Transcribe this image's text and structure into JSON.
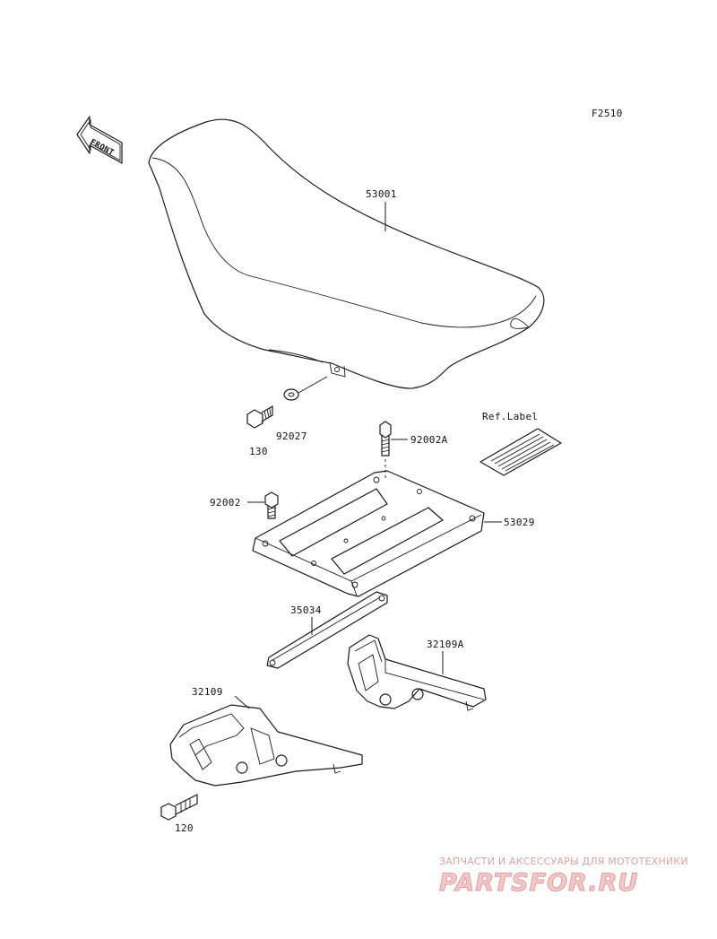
{
  "figure_code": "F2510",
  "front_arrow_label": "FRONT",
  "ref_label": "Ref.Label",
  "parts": {
    "seat": "53001",
    "bolt_130": "130",
    "washer": "92027",
    "bolt_92002a": "92002A",
    "bolt_92002": "92002",
    "plate": "53029",
    "stay": "35034",
    "bracket_right": "32109A",
    "bracket_left": "32109",
    "bolt_120": "120"
  },
  "watermark": {
    "tagline": "ЗАПЧАСТИ И АКСЕССУАРЫ ДЛЯ МОТОТЕХНИКИ",
    "logo": "PARTSFOR.RU"
  }
}
